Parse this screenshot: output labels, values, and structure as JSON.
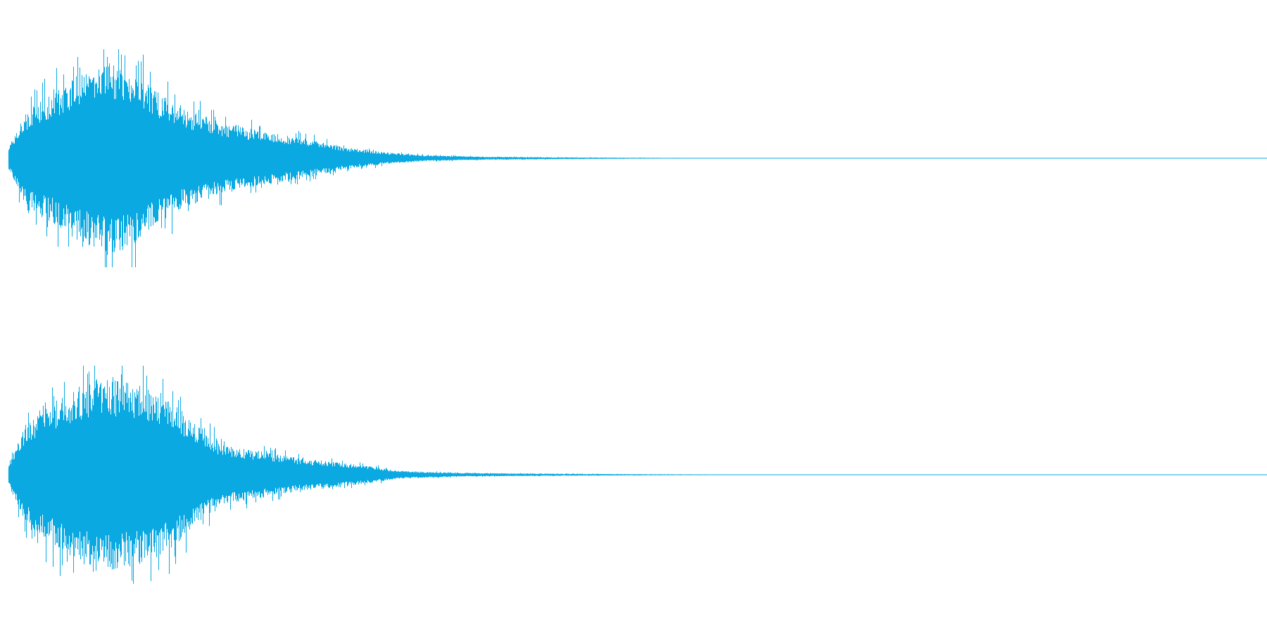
{
  "waveform": {
    "color": "#0aa9e2",
    "background": "#ffffff",
    "channels": [
      {
        "name": "",
        "baseline": 0,
        "envelope": [
          [
            0.0,
            0.12
          ],
          [
            0.01,
            0.4
          ],
          [
            0.02,
            0.55
          ],
          [
            0.04,
            0.7
          ],
          [
            0.05,
            0.82
          ],
          [
            0.07,
            0.92
          ],
          [
            0.08,
            1.0
          ],
          [
            0.1,
            0.88
          ],
          [
            0.12,
            0.66
          ],
          [
            0.14,
            0.5
          ],
          [
            0.17,
            0.36
          ],
          [
            0.2,
            0.28
          ],
          [
            0.24,
            0.19
          ],
          [
            0.27,
            0.11
          ],
          [
            0.3,
            0.06
          ],
          [
            0.33,
            0.03
          ],
          [
            0.38,
            0.015
          ],
          [
            0.45,
            0.008
          ],
          [
            0.52,
            0.004
          ],
          [
            0.61,
            0.002
          ],
          [
            0.62,
            0.0
          ],
          [
            1.0,
            0.0
          ]
        ],
        "seed": 17
      },
      {
        "name": "",
        "baseline": 0,
        "envelope": [
          [
            0.0,
            0.12
          ],
          [
            0.01,
            0.42
          ],
          [
            0.02,
            0.58
          ],
          [
            0.04,
            0.78
          ],
          [
            0.06,
            0.92
          ],
          [
            0.07,
            1.0
          ],
          [
            0.09,
            0.95
          ],
          [
            0.11,
            0.9
          ],
          [
            0.13,
            0.74
          ],
          [
            0.15,
            0.5
          ],
          [
            0.17,
            0.3
          ],
          [
            0.2,
            0.24
          ],
          [
            0.23,
            0.17
          ],
          [
            0.26,
            0.13
          ],
          [
            0.29,
            0.08
          ],
          [
            0.31,
            0.04
          ],
          [
            0.36,
            0.018
          ],
          [
            0.44,
            0.01
          ],
          [
            0.52,
            0.005
          ],
          [
            0.61,
            0.002
          ],
          [
            0.62,
            0.0
          ],
          [
            1.0,
            0.0
          ]
        ],
        "seed": 43
      }
    ]
  }
}
